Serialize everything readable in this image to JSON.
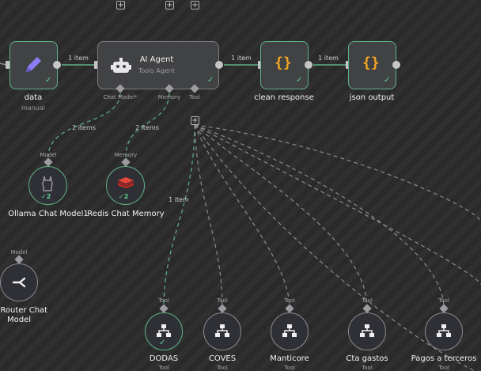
{
  "nodes": {
    "data": {
      "title": "data",
      "subtitle": "manual"
    },
    "ai_agent": {
      "title": "AI Agent",
      "subtitle": "Tools Agent"
    },
    "clean_response": {
      "title": "clean response"
    },
    "json_output": {
      "title": "json output"
    },
    "ollama": {
      "title": "Ollama Chat Model1",
      "port_label": "Model",
      "badge": "2"
    },
    "redis": {
      "title": "Redis Chat Memory",
      "port_label": "Memory",
      "badge": "2"
    },
    "openrouter": {
      "title_line1": "enRouter Chat",
      "title_line2": "Model",
      "port_label": "Model"
    },
    "tools": [
      {
        "title": "DODAS",
        "port_label": "Tool"
      },
      {
        "title": "COVES",
        "port_label": "Tool"
      },
      {
        "title": "Manticore",
        "port_label": "Tool"
      },
      {
        "title": "Cta gastos",
        "port_label": "Tool"
      },
      {
        "title": "Pagos a terceros",
        "port_label": "Tool"
      }
    ]
  },
  "agent_ports": {
    "chat_model": "Chat Model*",
    "memory": "Memory",
    "tool": "Tool"
  },
  "edge_labels": {
    "data_to_agent": "1 item",
    "agent_to_clean": "1 item",
    "clean_to_json": "1 item",
    "ollama": "2 items",
    "redis": "2 items",
    "dodas": "1 item"
  },
  "icons": {
    "data": "pencil-icon",
    "ai_agent": "robot-icon",
    "clean_response": "braces-icon",
    "json_output": "braces-icon",
    "ollama": "llama-icon",
    "redis": "redis-icon",
    "openrouter": "openrouter-icon",
    "tools": "sitemap-icon"
  },
  "colors": {
    "success": "#5fb386",
    "accent": "#f5a623",
    "brand_edit": "#8b7cf6",
    "redis": "#d82c20"
  }
}
